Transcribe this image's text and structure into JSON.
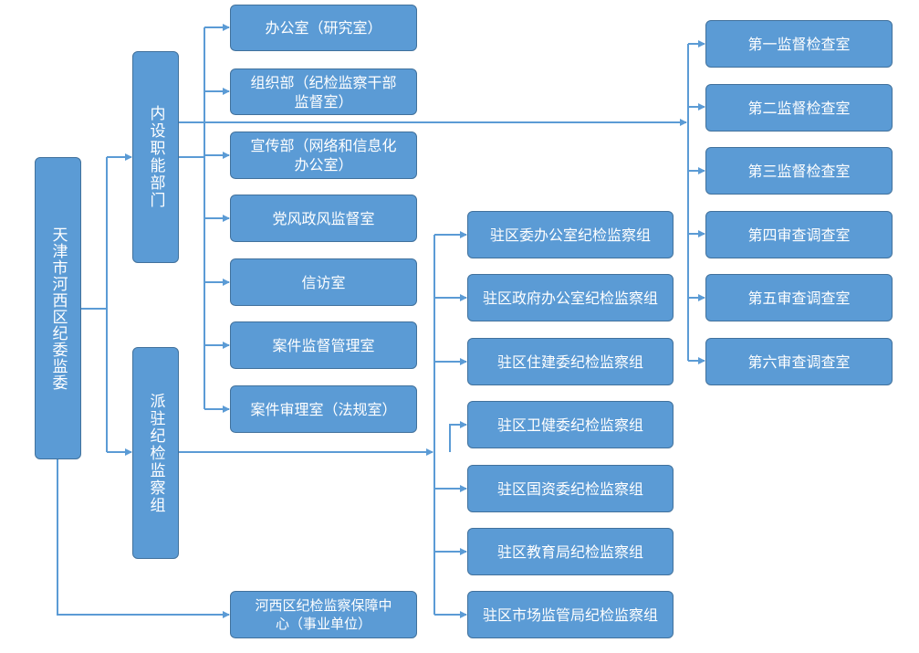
{
  "root": {
    "label": "天津市河西区纪委监委"
  },
  "branches": {
    "internal": {
      "label": "内设职能部门"
    },
    "dispatched": {
      "label": "派驻纪检监察组"
    },
    "center": {
      "label": "河西区纪检监察保障中心（事业单位）"
    }
  },
  "departments": [
    {
      "label": "办公室（研究室）"
    },
    {
      "label": "组织部（纪检监察干部监督室）"
    },
    {
      "label": "宣传部（网络和信息化办公室）"
    },
    {
      "label": "党风政风监督室"
    },
    {
      "label": "信访室"
    },
    {
      "label": "案件监督管理室"
    },
    {
      "label": "案件审理室（法规室）"
    }
  ],
  "offices": [
    {
      "label": "第一监督检查室"
    },
    {
      "label": "第二监督检查室"
    },
    {
      "label": "第三监督检查室"
    },
    {
      "label": "第四审查调查室"
    },
    {
      "label": "第五审查调查室"
    },
    {
      "label": "第六审查调查室"
    }
  ],
  "groups": [
    {
      "label": "驻区委办公室纪检监察组"
    },
    {
      "label": "驻区政府办公室纪检监察组"
    },
    {
      "label": "驻区住建委纪检监察组"
    },
    {
      "label": "驻区卫健委纪检监察组"
    },
    {
      "label": "驻区国资委纪检监察组"
    },
    {
      "label": "驻区教育局纪检监察组"
    },
    {
      "label": "驻区市场监管局纪检监察组"
    }
  ],
  "colors": {
    "box_fill": "#5b9bd5",
    "box_border": "#41719c",
    "connector": "#5b9bd5",
    "text": "#ffffff"
  }
}
